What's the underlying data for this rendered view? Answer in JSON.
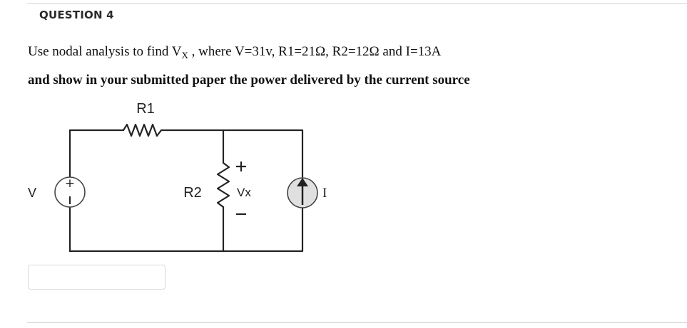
{
  "question": {
    "title": "QUESTION 4",
    "line1_prefix": "Use nodal analysis to find V",
    "line1_sub": "X",
    "line1_suffix": " , where V=31v, R1=21Ω, R2=12Ω and I=13A",
    "line2": "and show in your submitted paper the power delivered by the current source"
  },
  "circuit": {
    "r1_label": "R1",
    "r2_label": "R2",
    "v_label": "V",
    "vx_label": "Vx",
    "i_label": "I",
    "plus": "+",
    "minus": "−"
  },
  "answer": {
    "value": ""
  }
}
